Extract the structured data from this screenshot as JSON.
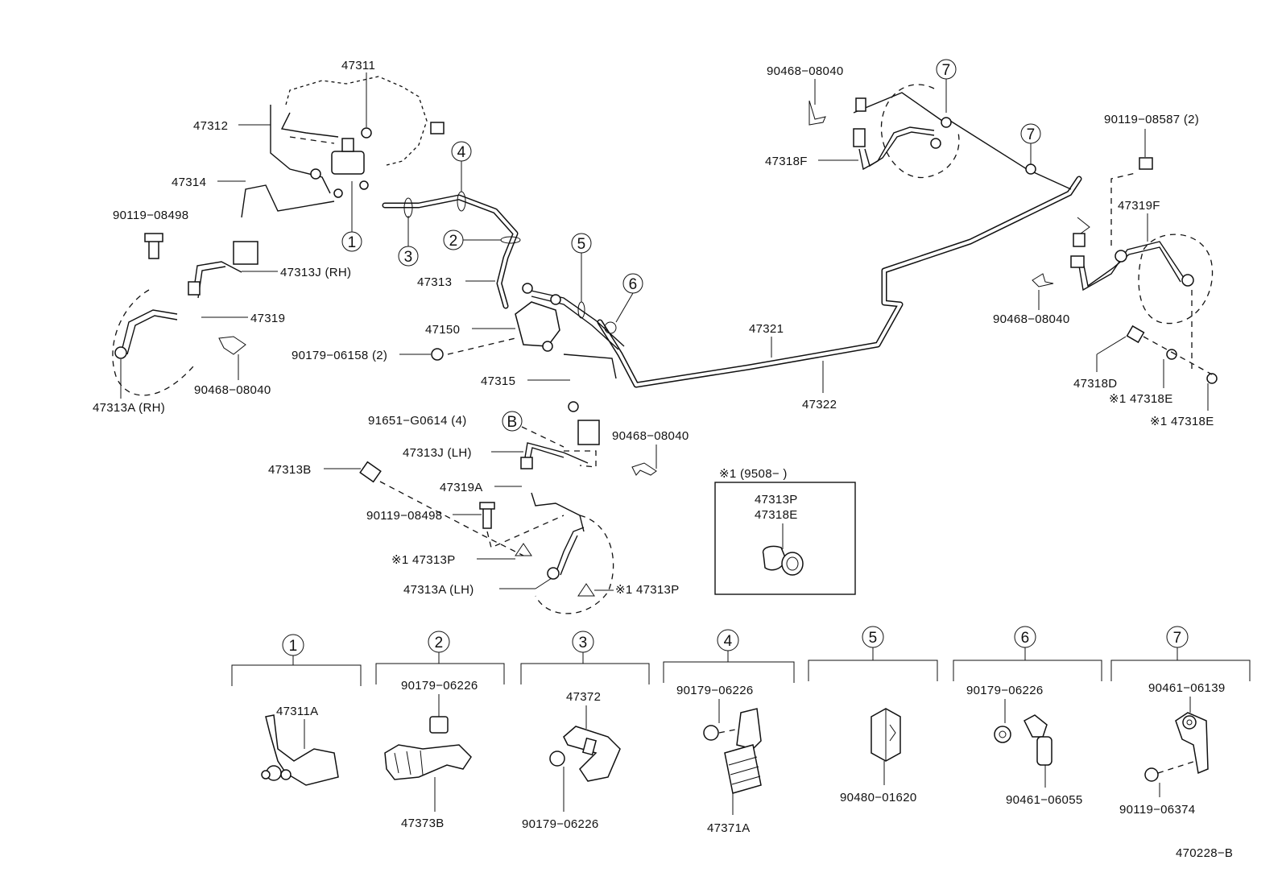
{
  "labels": {
    "p47311": "47311",
    "p47312": "47312",
    "p47314": "47314",
    "b90119_08498_top": "90119−08498",
    "p47313J_RH": "47313J (RH)",
    "p47313_main": "47313",
    "p47319": "47319",
    "c90468_08040_left": "90468−08040",
    "p47313A_RH": "47313A (RH)",
    "p47150": "47150",
    "n90179_06158": "90179−06158 (2)",
    "p47315": "47315",
    "b91651_G0614": "91651−G0614 (4)",
    "p47313J_LH": "47313J (LH)",
    "c90468_08040_mid": "90468−08040",
    "p47313B": "47313B",
    "p47319A": "47319A",
    "b90119_08498_low": "90119−08498",
    "p47313P_left": "※1 47313P",
    "p47313A_LH": "47313A (LH)",
    "p47313P_right": "※1 47313P",
    "p47321": "47321",
    "p47322": "47322",
    "c90468_08040_topright": "90468−08040",
    "p47318F": "47318F",
    "b90119_08587": "90119−08587 (2)",
    "p47319F": "47319F",
    "c90468_08040_right": "90468−08040",
    "p47318D": "47318D",
    "p47318E_a": "※1 47318E",
    "p47318E_b": "※1 47318E",
    "figure_code": "470228−B"
  },
  "callouts": [
    "1",
    "2",
    "3",
    "4",
    "5",
    "6",
    "7"
  ],
  "callout_B": "B",
  "note_box": {
    "title": "※1 (9508−        )",
    "line1": "47313P",
    "line2": "47318E"
  },
  "detail_groups": [
    {
      "id": "1",
      "parts": [
        "47311A"
      ]
    },
    {
      "id": "2",
      "parts": [
        "90179−06226",
        "47373B"
      ]
    },
    {
      "id": "3",
      "parts": [
        "47372",
        "90179−06226"
      ]
    },
    {
      "id": "4",
      "parts": [
        "90179−06226",
        "47371A"
      ]
    },
    {
      "id": "5",
      "parts": [
        "90480−01620"
      ]
    },
    {
      "id": "6",
      "parts": [
        "90179−06226",
        "90461−06055"
      ]
    },
    {
      "id": "7",
      "parts": [
        "90461−06139",
        "90119−06374"
      ]
    }
  ]
}
